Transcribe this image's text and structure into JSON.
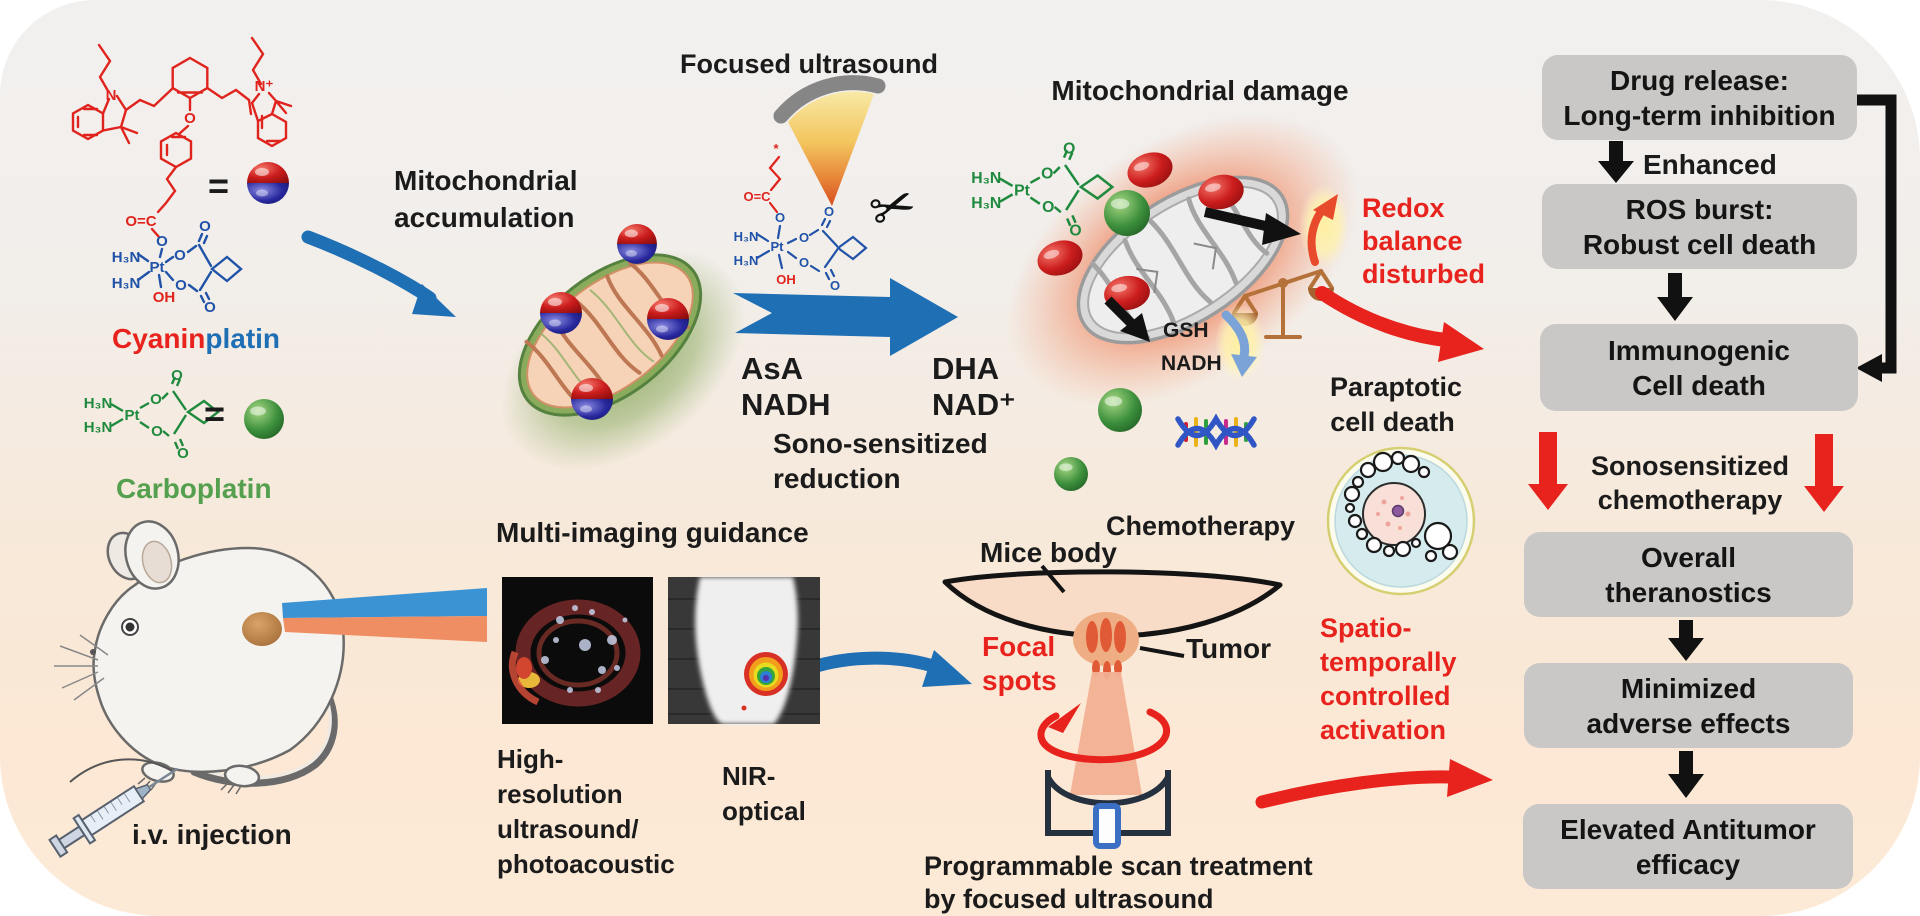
{
  "colors": {
    "background_top": "#f2f0ef",
    "background_bottom": "#fce8d4",
    "accent_red": "#e8231d",
    "accent_blue": "#1f6fb5",
    "box_gray": "#c9c8c6",
    "carboplatin_green": "#55a04e",
    "structure_green": "#1f8a3d",
    "structure_blue": "#2053a8",
    "balance_tan": "#b5713a",
    "text_black": "#1b1b1b"
  },
  "legend": {
    "cyaninplatin_red": "Cyanin",
    "cyaninplatin_blue": "platin",
    "carboplatin": "Carboplatin",
    "equals_cyanin": "=",
    "equals_carbo": "="
  },
  "chem": {
    "h3n": "H₃N",
    "pt": "Pt",
    "oh": "OH",
    "o": "O",
    "oc": "O=C",
    "n": "N",
    "n_plus": "N⁺",
    "radical": "*"
  },
  "process": {
    "mito_accumulation_l1": "Mitochondrial",
    "mito_accumulation_l2": "accumulation",
    "focused_ultrasound": "Focused ultrasound",
    "mito_damage": "Mitochondrial damage",
    "asa": "AsA",
    "nadh": "NADH",
    "dha": "DHA",
    "nad_plus": "NAD⁺",
    "sono_reduction_l1": "Sono-sensitized",
    "sono_reduction_l2": "reduction",
    "gsh": "GSH",
    "nadh_small": "NADH",
    "redox_l1": "Redox",
    "redox_l2": "balance",
    "redox_l3": "disturbed",
    "paraptotic_l1": "Paraptotic",
    "paraptotic_l2": "cell death"
  },
  "imaging": {
    "title": "Multi-imaging guidance",
    "hires_l1": "High-",
    "hires_l2": "resolution",
    "hires_l3": "ultrasound/",
    "hires_l4": "photoacoustic",
    "nir_l1": "NIR-",
    "nir_l2": "optical",
    "iv_injection": "i.v. injection"
  },
  "treatment": {
    "chemotherapy": "Chemotherapy",
    "mice_body": "Mice body",
    "tumor": "Tumor",
    "focal_l1": "Focal",
    "focal_l2": "spots",
    "spatio_l1": "Spatio-",
    "spatio_l2": "temporally",
    "spatio_l3": "controlled",
    "spatio_l4": "activation",
    "programmable_l1": "Programmable scan treatment",
    "programmable_l2": "by focused ultrasound"
  },
  "flowchart": {
    "box1_l1": "Drug release:",
    "box1_l2": "Long-term inhibition",
    "enhanced": "Enhanced",
    "box2_l1": "ROS burst:",
    "box2_l2": "Robust cell death",
    "box3_l1": "Immunogenic",
    "box3_l2": "Cell death",
    "sono_chemo_l1": "Sonosensitized",
    "sono_chemo_l2": "chemotherapy",
    "box4_l1": "Overall",
    "box4_l2": "theranostics",
    "box5_l1": "Minimized",
    "box5_l2": "adverse effects",
    "box6_l1": "Elevated Antitumor",
    "box6_l2": "efficacy"
  }
}
